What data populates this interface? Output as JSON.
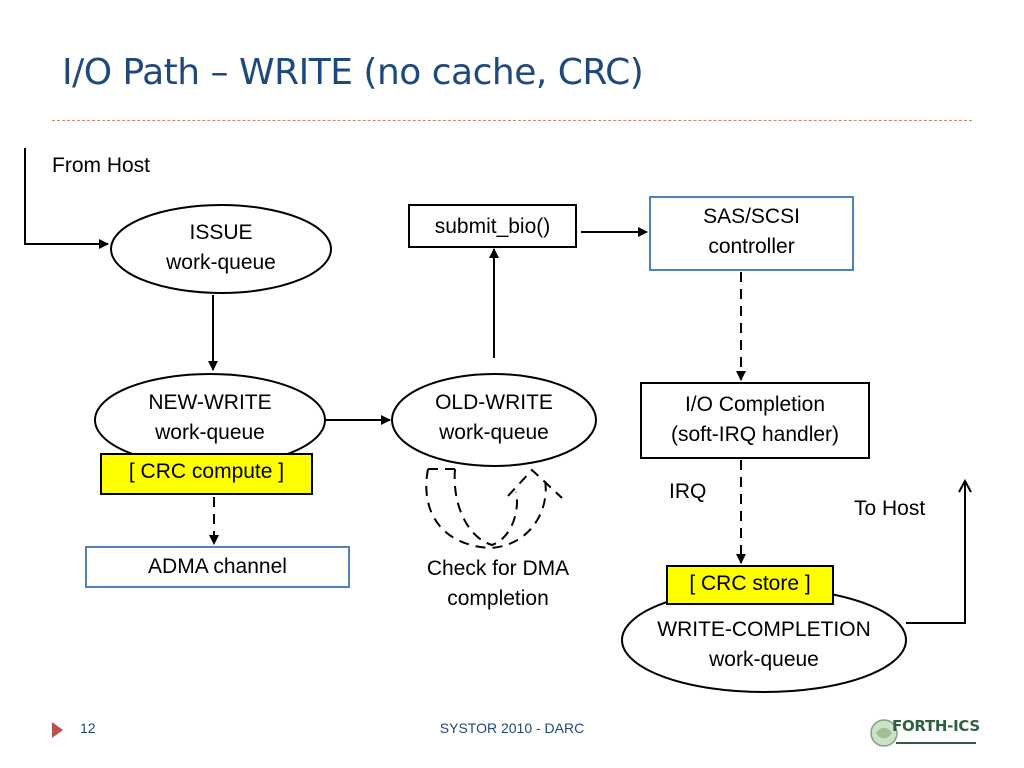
{
  "slide": {
    "title": "I/O Path – WRITE (no cache, CRC)",
    "page_number": "12",
    "footer": "SYSTOR 2010 - DARC",
    "logo_text": "FORTH-ICS"
  },
  "nodes": {
    "issue": {
      "line1": "ISSUE",
      "line2": "work-queue"
    },
    "new_write": {
      "line1": "NEW-WRITE",
      "line2": "work-queue"
    },
    "old_write": {
      "line1": "OLD-WRITE",
      "line2": "work-queue"
    },
    "write_completion": {
      "line1": "WRITE-COMPLETION",
      "line2": "work-queue"
    },
    "submit_bio": "submit_bio()",
    "sas_scsi": {
      "line1": "SAS/SCSI",
      "line2": "controller"
    },
    "io_completion": {
      "line1": "I/O Completion",
      "line2": "(soft-IRQ handler)"
    },
    "adma_channel": "ADMA channel",
    "crc_compute": "[ CRC compute ]",
    "crc_store": "[ CRC store ]"
  },
  "labels": {
    "from_host": "From Host",
    "to_host": "To Host",
    "irq": "IRQ",
    "check_dma_line1": "Check for DMA",
    "check_dma_line2": "completion"
  },
  "colors": {
    "title": "#1f497d",
    "box_border_blue": "#4f81bd",
    "highlight": "#ffff00",
    "rule": "#d9845a",
    "footer_arrow": "#c0504d"
  }
}
